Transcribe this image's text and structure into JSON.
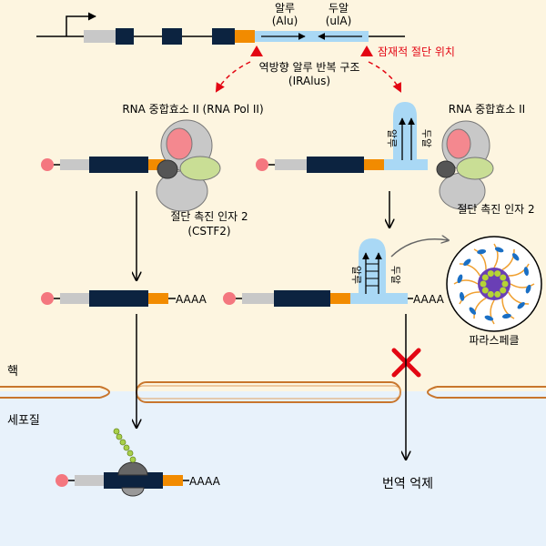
{
  "labels": {
    "alu": "알루",
    "alu_en": "(Alu)",
    "ula": "두알",
    "ula_en": "(ulA)",
    "cleavage_site": "잠재적 절단 위치",
    "iralus": "역방향 알루 반복 구조",
    "iralus_en": "(IRAlus)",
    "rnapol_left": "RNA 중합효소 II (RNA Pol II)",
    "rnapol_right": "RNA 중합효소 II",
    "cstf_left": "절단 촉진 인자 2",
    "cstf_left_en": "(CSTF2)",
    "cstf_right": "절단 촉진 인자 2",
    "polya_left": "AAAA",
    "polya_right": "AAAA",
    "polya_bottom": "AAAA",
    "hairpin_left": "알루",
    "hairpin_right": "두알",
    "hairpin2_left": "알루",
    "hairpin2_right": "두알",
    "paraspeckle": "파라스페클",
    "nucleus": "핵",
    "cytoplasm": "세포질",
    "translation_block": "번역 억제"
  },
  "colors": {
    "nucleus_bg": "#fdf5e0",
    "cytoplasm_bg": "#e8f2fb",
    "exon": "#0c2340",
    "orange": "#f28b00",
    "light_blue": "#a9d8f5",
    "grey": "#c8c8c8",
    "cap": "#f4777f",
    "red": "#e30613",
    "membrane": "#c8762d"
  }
}
